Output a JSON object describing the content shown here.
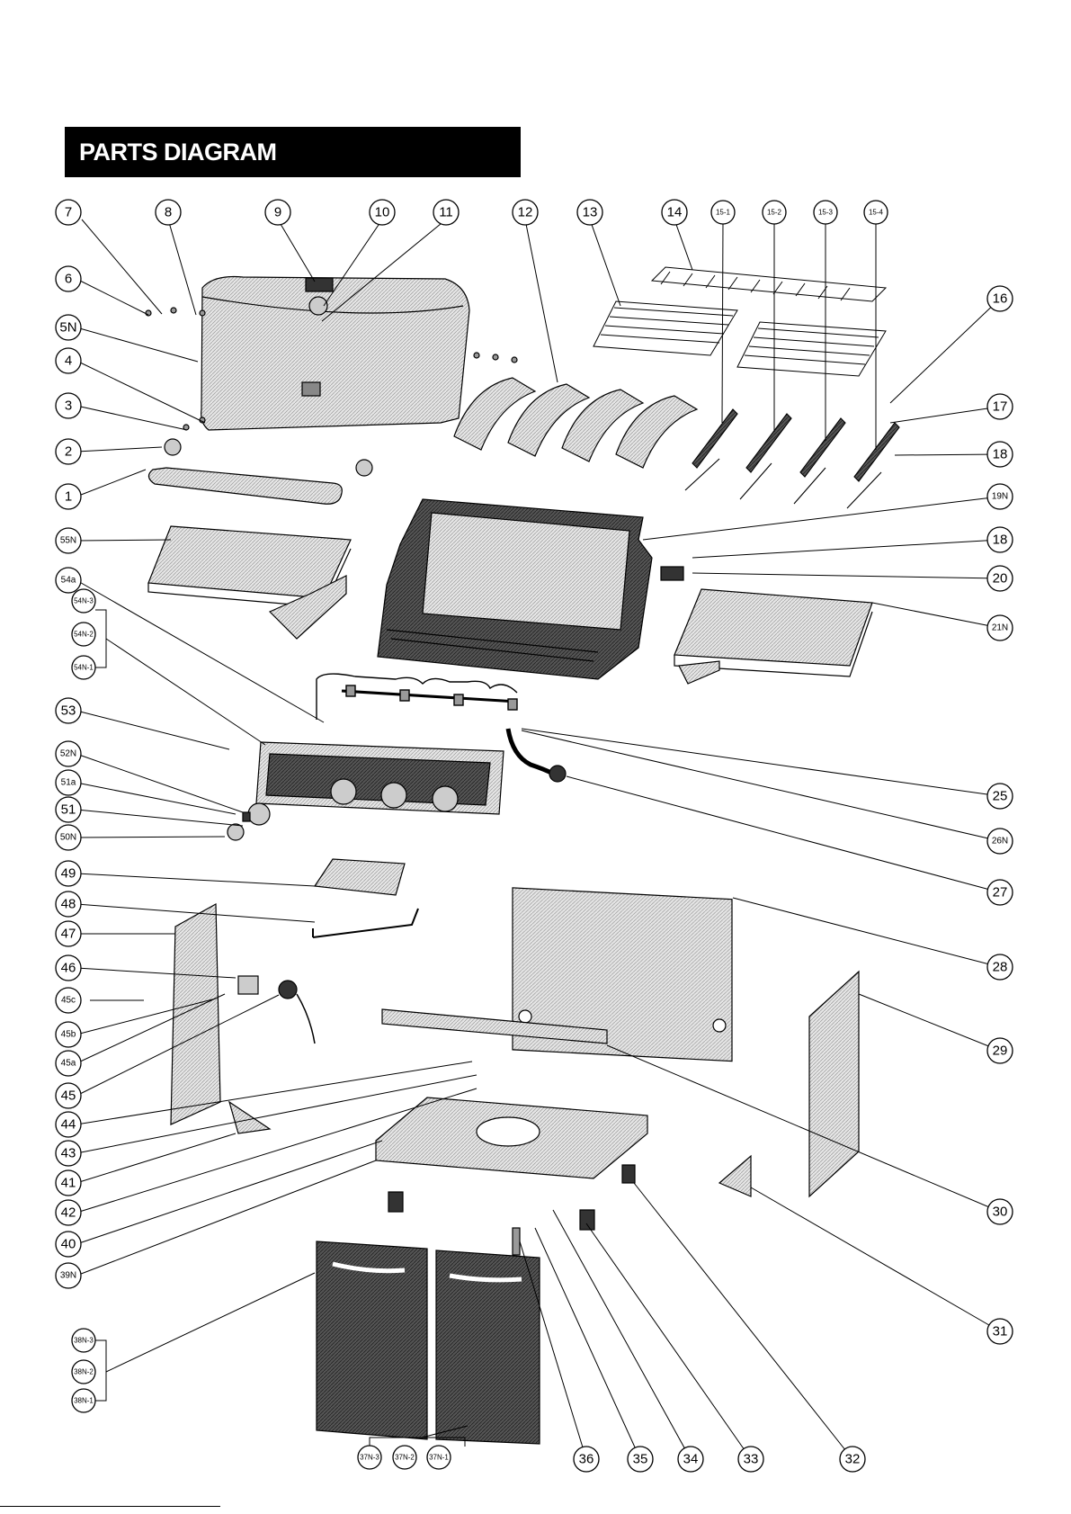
{
  "header": {
    "title": "PARTS DIAGRAM"
  },
  "callouts": [
    {
      "label": "7"
    },
    {
      "label": "8"
    },
    {
      "label": "9"
    },
    {
      "label": "10"
    },
    {
      "label": "11"
    },
    {
      "label": "12"
    },
    {
      "label": "13"
    },
    {
      "label": "14"
    },
    {
      "label": "15-1"
    },
    {
      "label": "15-2"
    },
    {
      "label": "15-3"
    },
    {
      "label": "15-4"
    },
    {
      "label": "6"
    },
    {
      "label": "5N"
    },
    {
      "label": "4"
    },
    {
      "label": "3"
    },
    {
      "label": "2"
    },
    {
      "label": "1"
    },
    {
      "label": "16"
    },
    {
      "label": "17"
    },
    {
      "label": "18"
    },
    {
      "label": "19N"
    },
    {
      "label": "18"
    },
    {
      "label": "20"
    },
    {
      "label": "21N"
    },
    {
      "label": "55N"
    },
    {
      "label": "54a"
    },
    {
      "label": "54N-3"
    },
    {
      "label": "54N-2"
    },
    {
      "label": "54N-1"
    },
    {
      "label": "53"
    },
    {
      "label": "52N"
    },
    {
      "label": "51a"
    },
    {
      "label": "51"
    },
    {
      "label": "50N"
    },
    {
      "label": "49"
    },
    {
      "label": "48"
    },
    {
      "label": "47"
    },
    {
      "label": "46"
    },
    {
      "label": "45c"
    },
    {
      "label": "45b"
    },
    {
      "label": "45a"
    },
    {
      "label": "45"
    },
    {
      "label": "44"
    },
    {
      "label": "43"
    },
    {
      "label": "41"
    },
    {
      "label": "42"
    },
    {
      "label": "40"
    },
    {
      "label": "39N"
    },
    {
      "label": "38N-3"
    },
    {
      "label": "38N-2"
    },
    {
      "label": "38N-1"
    },
    {
      "label": "25"
    },
    {
      "label": "26N"
    },
    {
      "label": "27"
    },
    {
      "label": "28"
    },
    {
      "label": "29"
    },
    {
      "label": "30"
    },
    {
      "label": "31"
    },
    {
      "label": "32"
    },
    {
      "label": "33"
    },
    {
      "label": "34"
    },
    {
      "label": "35"
    },
    {
      "label": "36"
    },
    {
      "label": "37N-3"
    },
    {
      "label": "37N-2"
    },
    {
      "label": "37N-1"
    }
  ],
  "colors": {
    "ink": "#000000",
    "steel": "#cfcfcf",
    "dark_steel": "#4a4a4a",
    "header_bg": "#000000",
    "header_text": "#ffffff"
  }
}
